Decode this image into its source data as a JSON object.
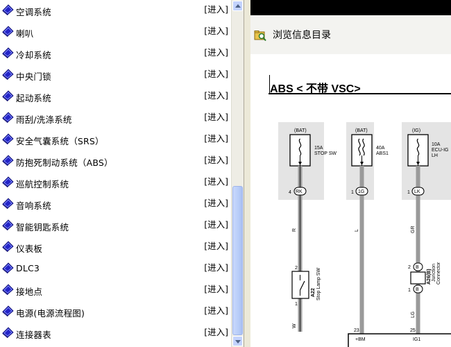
{
  "left_list": {
    "enter_label": "[进入]",
    "items": [
      {
        "label": "空调系统",
        "enter": "[进入]"
      },
      {
        "label": "喇叭",
        "enter": "[进入]"
      },
      {
        "label": "冷却系统",
        "enter": "[进入]"
      },
      {
        "label": "中央门锁",
        "enter": "[进入]"
      },
      {
        "label": "起动系统",
        "enter": "[进入]"
      },
      {
        "label": "雨刮/洗涤系统",
        "enter": "[进入]"
      },
      {
        "label": "安全气囊系统（SRS）",
        "enter": "[进入]"
      },
      {
        "label": "防抱死制动系统（ABS）",
        "enter": "[进入]"
      },
      {
        "label": "巡航控制系统",
        "enter": "[进入]"
      },
      {
        "label": "音响系统",
        "enter": "[进入]"
      },
      {
        "label": "智能钥匙系统",
        "enter": "[进入]"
      },
      {
        "label": "仪表板",
        "enter": "[进入]"
      },
      {
        "label": "DLC3",
        "enter": "[进入]"
      },
      {
        "label": "接地点",
        "enter": "[进入]"
      },
      {
        "label": "电源(电源流程图)",
        "enter": "[进入]"
      },
      {
        "label": "连接器表",
        "enter": "[进入]"
      }
    ]
  },
  "right_pane": {
    "header_title": "浏览信息目录",
    "icons": {
      "header": "browse-folder-icon",
      "bullet": "book-bullet-icon"
    }
  },
  "diagram": {
    "title": "ABS < 不带 VSC>",
    "fuses": [
      {
        "source": "(BAT)",
        "rating": "15A",
        "name": "STOP SW",
        "pin": "4",
        "connector": "RK",
        "wire": "R"
      },
      {
        "source": "(BAT)",
        "rating": "40A",
        "name": "ABS1",
        "pin": "1",
        "connector": "1G",
        "wire": "L"
      },
      {
        "source": "(IG)",
        "rating": "10A",
        "name": "ECU-IG",
        "name2": "LH",
        "pin": "1",
        "connector": "LK",
        "wire": "GR"
      }
    ],
    "switch": {
      "id": "A22",
      "name": "Stop Lamp SW",
      "pin_top": "2",
      "pin_bottom": "1",
      "wire_below": "W"
    },
    "junction": {
      "id": "A26(B)",
      "name": "Junction",
      "name2": "Connector",
      "conn_top": "B",
      "conn_bottom": "B",
      "pin_top": "2",
      "pin_bottom": "1",
      "wire_below": "LG"
    },
    "ecu_pins": [
      {
        "pin": "23",
        "label": "+BM"
      },
      {
        "pin": "25",
        "label": "IG1"
      }
    ]
  },
  "colors": {
    "bullet_blue": "#2424c8",
    "scroll_thumb": "#b8cdf8",
    "splitter": "#ece9d8"
  }
}
